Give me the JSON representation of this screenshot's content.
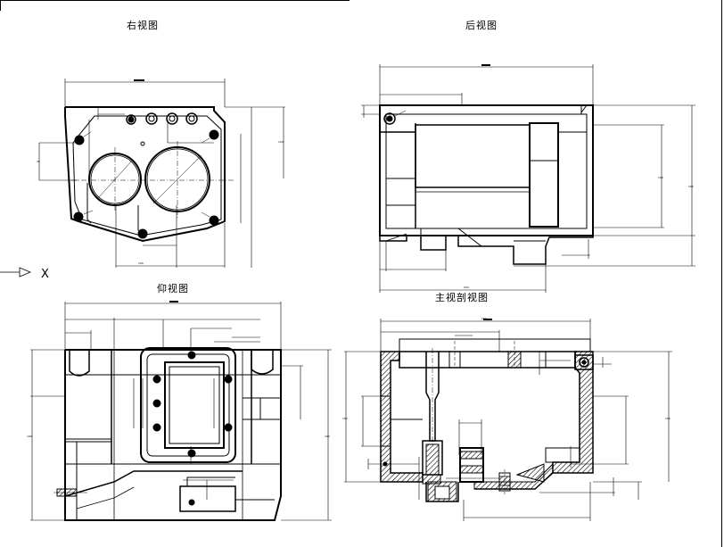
{
  "views": {
    "right": {
      "title": "右视图"
    },
    "rear": {
      "title": "后视图"
    },
    "bottom": {
      "title": "仰视图"
    },
    "front": {
      "title": "主视剖视图"
    }
  },
  "ucs": {
    "x_label": "X"
  },
  "colors": {
    "line": "#000000",
    "hatch": "#000000",
    "background": "#ffffff"
  }
}
